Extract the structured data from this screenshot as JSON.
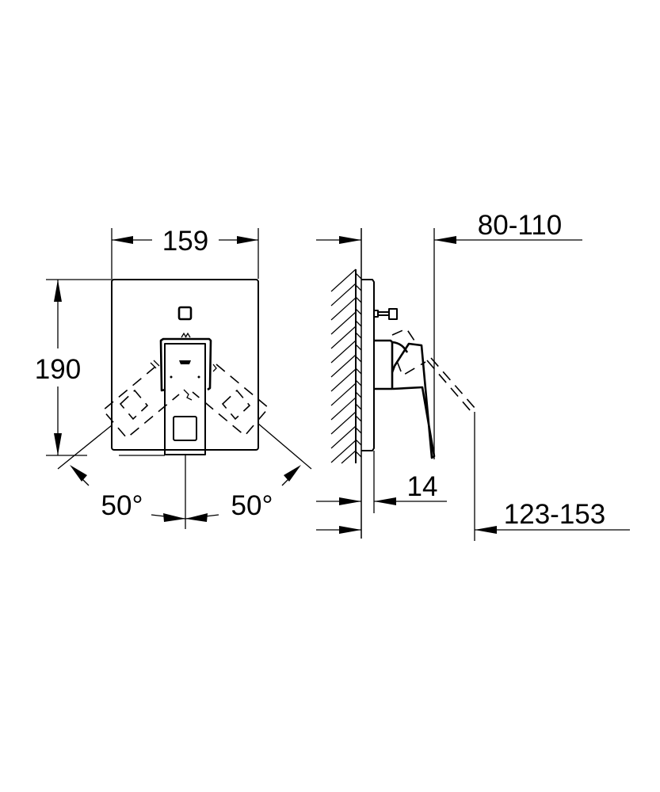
{
  "drawing": {
    "front_view": {
      "width_label": "159",
      "height_label": "190",
      "left_angle_label": "50°",
      "right_angle_label": "50°"
    },
    "side_view": {
      "depth_range_label": "80-110",
      "plate_thickness_label": "14",
      "total_depth_range_label": "123-153"
    }
  }
}
